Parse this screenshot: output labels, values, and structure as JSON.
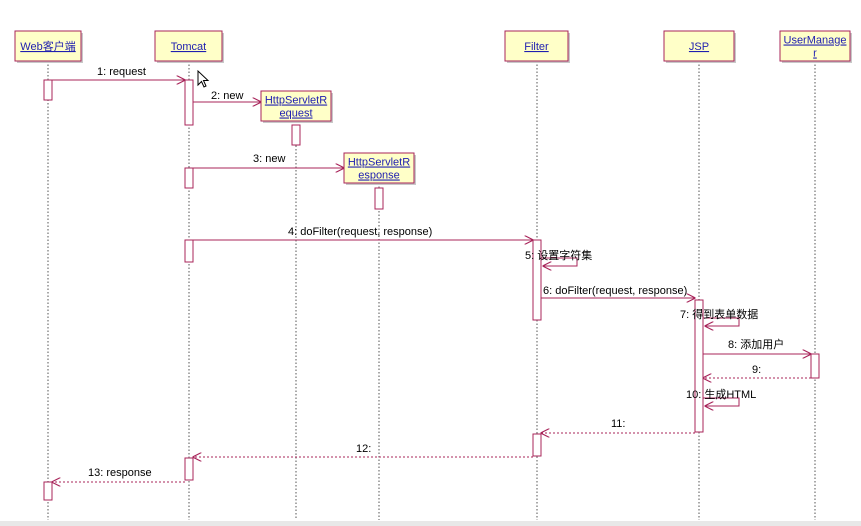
{
  "diagram": {
    "colors": {
      "line": "#a8245a",
      "box_fill": "#ffffc8",
      "box_border": "#a8245a",
      "label_text": "#1f1fb0",
      "message_text": "#000000",
      "background": "#ffffff"
    },
    "lifelines": [
      {
        "id": "client",
        "lines": [
          "Web客户端"
        ]
      },
      {
        "id": "tomcat",
        "lines": [
          "Tomcat"
        ]
      },
      {
        "id": "filter",
        "lines": [
          "Filter"
        ]
      },
      {
        "id": "jsp",
        "lines": [
          "JSP"
        ]
      },
      {
        "id": "usermanager",
        "lines": [
          "UserManage",
          "r"
        ]
      }
    ],
    "created_objects": [
      {
        "id": "request_obj",
        "lines": [
          "HttpServletR",
          "equest"
        ]
      },
      {
        "id": "response_obj",
        "lines": [
          "HttpServletR",
          "esponse"
        ]
      }
    ],
    "messages": [
      {
        "id": "m1",
        "label": "1: request",
        "from": "client",
        "to": "tomcat",
        "kind": "call"
      },
      {
        "id": "m2",
        "label": "2: new",
        "from": "tomcat",
        "to": "request_obj",
        "kind": "create"
      },
      {
        "id": "m3",
        "label": "3: new",
        "from": "tomcat",
        "to": "response_obj",
        "kind": "create"
      },
      {
        "id": "m4",
        "label": "4: doFilter(request, response)",
        "from": "tomcat",
        "to": "filter",
        "kind": "call"
      },
      {
        "id": "m5",
        "label": "5: 设置字符集",
        "from": "filter",
        "to": "filter",
        "kind": "self"
      },
      {
        "id": "m6",
        "label": "6: doFilter(request, response)",
        "from": "filter",
        "to": "jsp",
        "kind": "call"
      },
      {
        "id": "m7",
        "label": "7: 得到表单数据",
        "from": "jsp",
        "to": "jsp",
        "kind": "self"
      },
      {
        "id": "m8",
        "label": "8: 添加用户",
        "from": "jsp",
        "to": "usermanager",
        "kind": "call"
      },
      {
        "id": "m9",
        "label": "9:",
        "from": "usermanager",
        "to": "jsp",
        "kind": "return"
      },
      {
        "id": "m10",
        "label": "10: 生成HTML",
        "from": "jsp",
        "to": "jsp",
        "kind": "self"
      },
      {
        "id": "m11",
        "label": "11:",
        "from": "jsp",
        "to": "filter",
        "kind": "return"
      },
      {
        "id": "m12",
        "label": "12:",
        "from": "filter",
        "to": "tomcat",
        "kind": "return"
      },
      {
        "id": "m13",
        "label": "13: response",
        "from": "tomcat",
        "to": "client",
        "kind": "return"
      }
    ]
  }
}
